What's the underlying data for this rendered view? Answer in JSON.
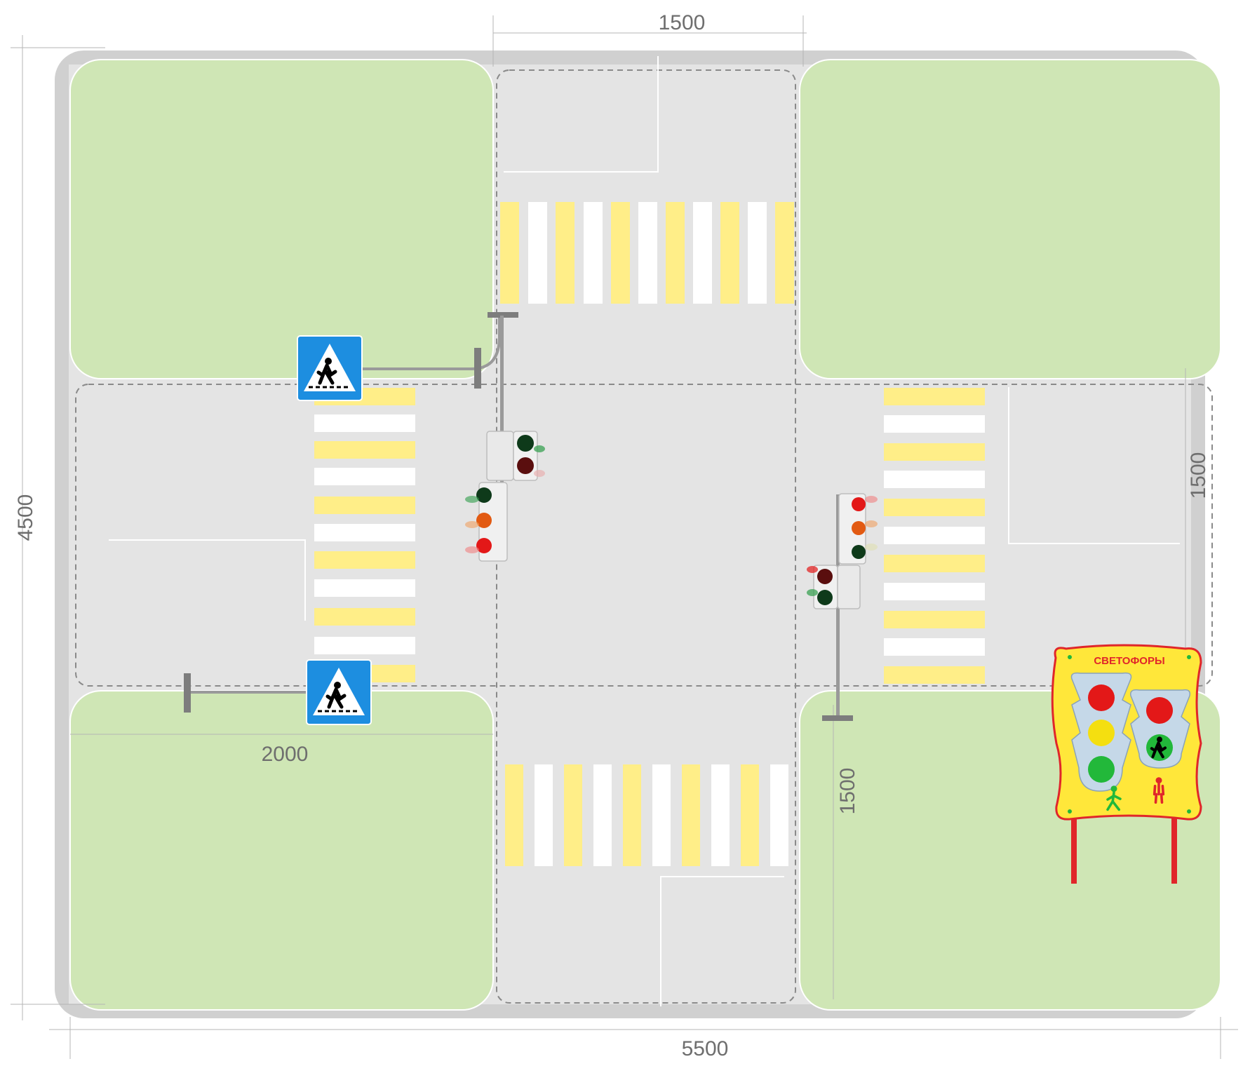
{
  "dimensions": {
    "top_width": "1500",
    "left_height": "4500",
    "right_height": "1500",
    "lower_right_height": "1500",
    "lower_left_width": "2000",
    "bottom_width": "5500"
  },
  "info_board": {
    "title": "СВЕТОФОРЫ"
  },
  "signs": [
    {
      "name": "pedestrian-crossing-sign-top",
      "icon": "pedestrian-crossing-icon"
    },
    {
      "name": "pedestrian-crossing-sign-bottom",
      "icon": "pedestrian-crossing-icon"
    }
  ],
  "colors": {
    "grass": "#cfe6b5",
    "road": "#e4e4e4",
    "border": "#d0d0d0",
    "zebra_yellow": "#ffee88",
    "zebra_white": "#ffffff",
    "sign_blue": "#1d8ee0",
    "board_yellow": "#ffe73a",
    "board_red": "#e0262a",
    "signal_red": "#e31818",
    "signal_yellow": "#f4df10",
    "signal_green": "#22b83a"
  }
}
